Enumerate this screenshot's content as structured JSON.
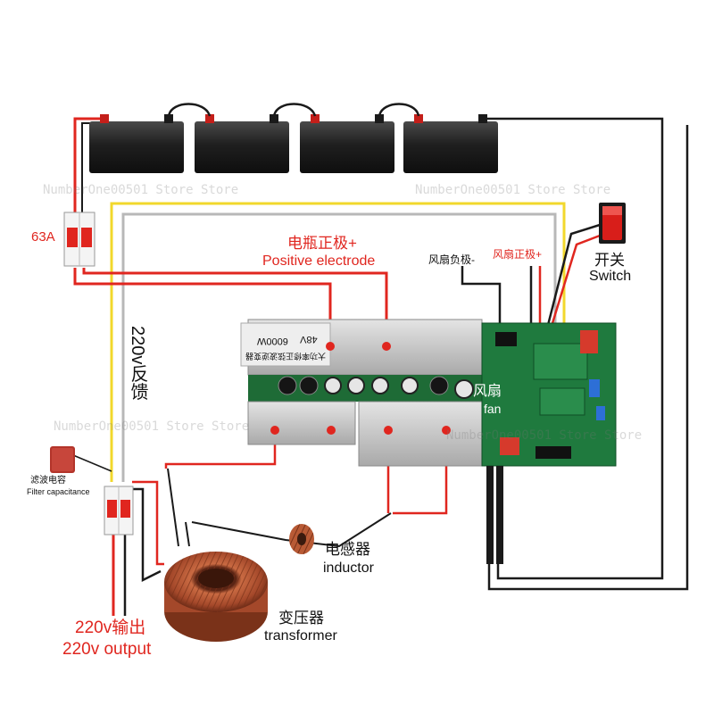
{
  "labels": {
    "breaker_63a": "63A",
    "battery_positive_cn": "电瓶正极+",
    "battery_positive_en": "Positive electrode",
    "fan_negative": "风扇负极-",
    "fan_positive": "风扇正极+",
    "switch_cn": "开关",
    "switch_en": "Switch",
    "feedback_220v": "220v反馈",
    "fan_cn": "风扇",
    "fan_en": "fan",
    "filter_cap_cn": "滤波电容",
    "filter_cap_en": "Filter capacitance",
    "inductor_cn": "电感器",
    "inductor_en": "inductor",
    "transformer_cn": "变压器",
    "transformer_en": "transformer",
    "output_cn": "220v输出",
    "output_en": "220v output"
  },
  "board": {
    "model_48v": "48V",
    "model_6000w": "6000W",
    "model_cn": "大功率修正弦波逆变器"
  },
  "watermark": "NumberOne00501 Store Store",
  "colors": {
    "red_wire": "#e0261f",
    "yellow_wire": "#f2d82c",
    "gray_wire": "#b8b8b8",
    "black_wire": "#1a1a1a",
    "pcb_green": "#1f7a3e",
    "heatsink": "#c8c8c8",
    "copper": "#b85a35",
    "battery": "#2b2b2b"
  }
}
